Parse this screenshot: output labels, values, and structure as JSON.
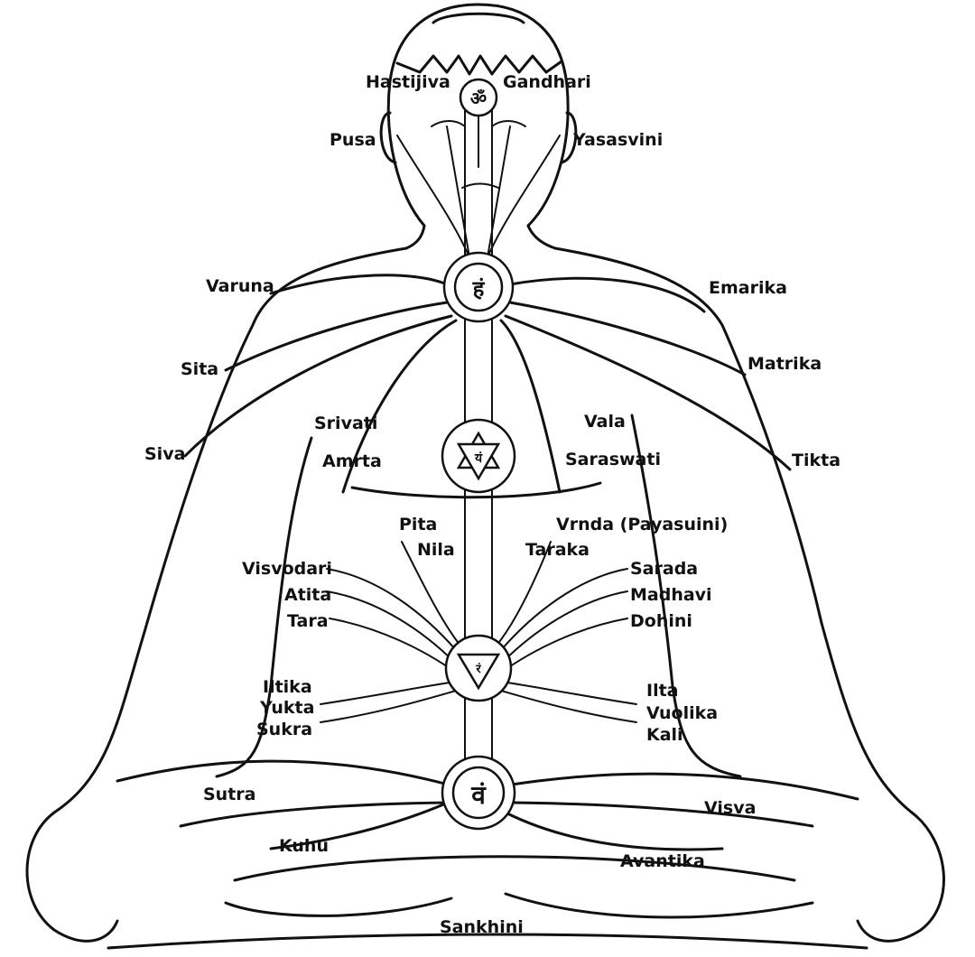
{
  "nadi_labels": {
    "hastijiva": "Hastijiva",
    "gandhari": "Gandhari",
    "pusa": "Pusa",
    "yasasvini": "Yasasvini",
    "varuna": "Varuna",
    "emarika": "Emarika",
    "sita": "Sita",
    "matrika": "Matrika",
    "srivati": "Srivati",
    "vala": "Vala",
    "siva": "Siva",
    "tikta": "Tikta",
    "amrta": "Amrta",
    "saraswati": "Saraswati",
    "pita": "Pita",
    "vrnda": "Vrnda (Payasuini)",
    "nila": "Nila",
    "taraka": "Taraka",
    "visvodari": "Visvodari",
    "sarada": "Sarada",
    "atita": "Atita",
    "madhavi": "Madhavi",
    "tara": "Tara",
    "dohini": "Dohini",
    "iltika": "Iltika",
    "ilta": "Ilta",
    "yukta": "Yukta",
    "vuolika": "Vuolika",
    "sukra": "Sukra",
    "kali": "Kali",
    "sutra": "Sutra",
    "visva": "Visva",
    "kuhu": "Kuhu",
    "avantika": "Avantika",
    "sankhini": "Sankhini"
  },
  "chakras": [
    {
      "id": "ajna",
      "symbol": "ॐ"
    },
    {
      "id": "vishuddha",
      "symbol": "हं"
    },
    {
      "id": "anahata",
      "symbol": "यं"
    },
    {
      "id": "manipura",
      "symbol": "रं"
    },
    {
      "id": "svadhisthana",
      "symbol": "वं"
    }
  ],
  "colors": {
    "ink": "#111111",
    "paper": "#ffffff"
  }
}
